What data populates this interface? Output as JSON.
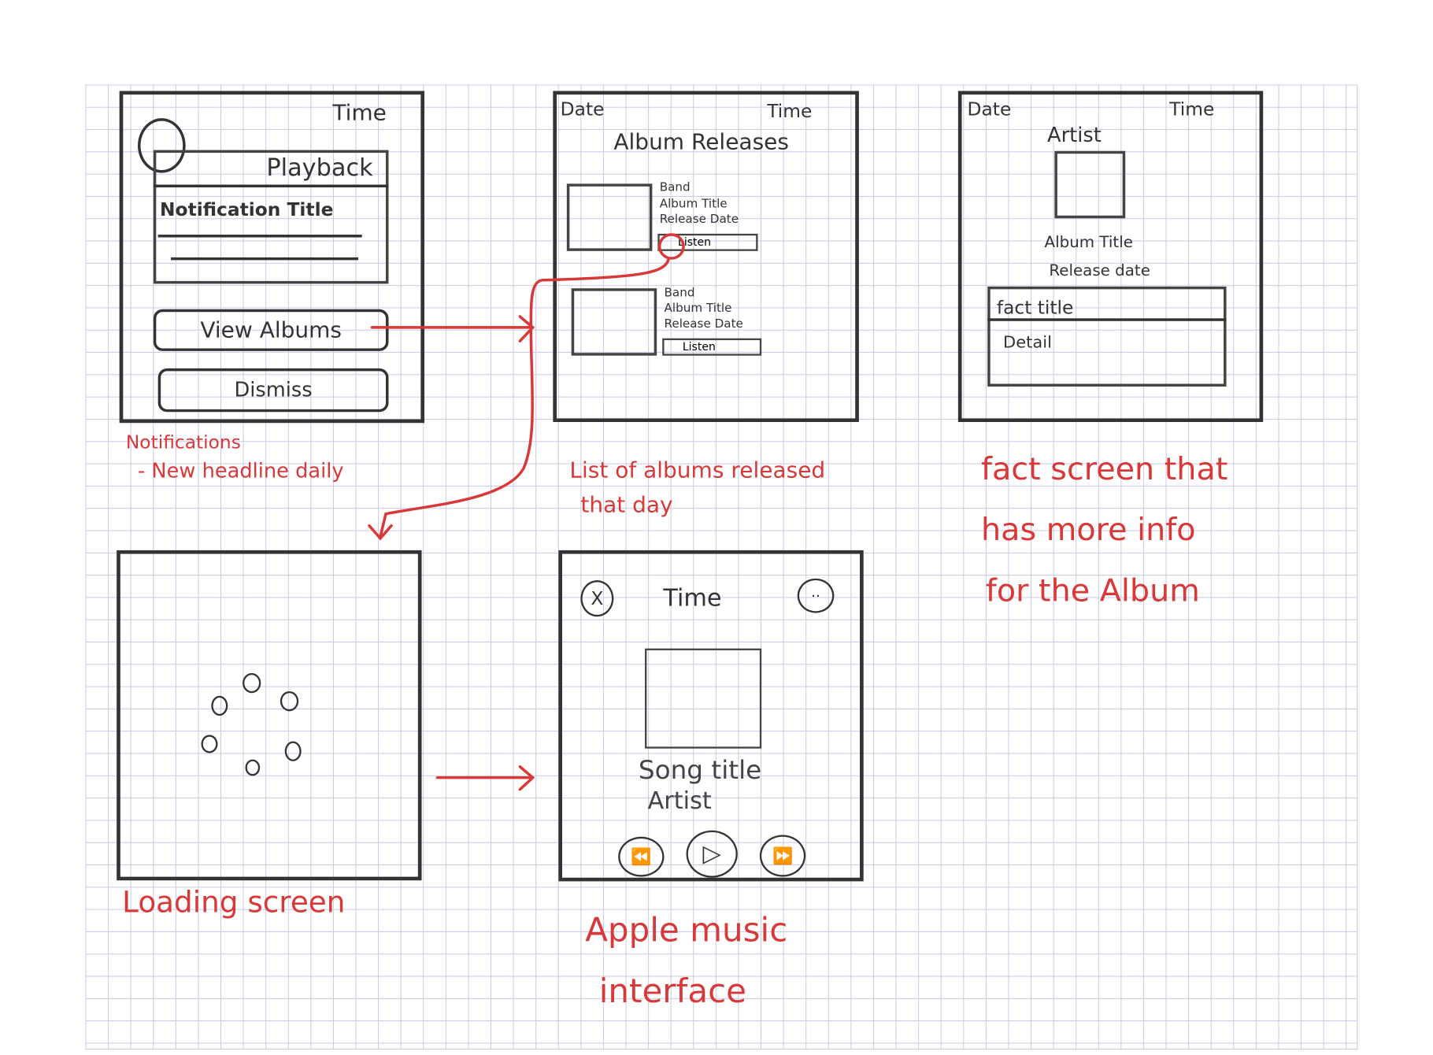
{
  "notification_screen": {
    "time": "Time",
    "playback": "Playback",
    "notification_title": "Notification Title",
    "view_albums": "View Albums",
    "dismiss": "Dismiss",
    "caption_line1": "Notifications",
    "caption_line2": "- New headline daily"
  },
  "album_list_screen": {
    "date": "Date",
    "time": "Time",
    "title": "Album Releases",
    "albums": [
      {
        "band": "Band",
        "album_title": "Album Title",
        "release_date": "Release Date",
        "listen": "Listen"
      },
      {
        "band": "Band",
        "album_title": "Album Title",
        "release_date": "Release Date",
        "listen": "Listen"
      }
    ],
    "caption_line1": "List of albums released",
    "caption_line2": "that day"
  },
  "fact_screen": {
    "date": "Date",
    "time": "Time",
    "artist": "Artist",
    "album_title": "Album Title",
    "release_date": "Release date",
    "fact_title": "fact title",
    "detail": "Detail",
    "caption_line1": "fact screen that",
    "caption_line2": "has more info",
    "caption_line3": "for the Album"
  },
  "loading_screen": {
    "caption": "Loading screen"
  },
  "player_screen": {
    "close_icon": "X",
    "time": "Time",
    "more_icon": "··",
    "song_title": "Song title",
    "artist": "Artist",
    "rewind_icon": "⏪",
    "play_icon": "▷",
    "forward_icon": "⏩",
    "caption_line1": "Apple music",
    "caption_line2": "interface"
  },
  "colors": {
    "sketch": "#333333",
    "annotation": "#d93838",
    "grid": "#c9c9e6"
  }
}
